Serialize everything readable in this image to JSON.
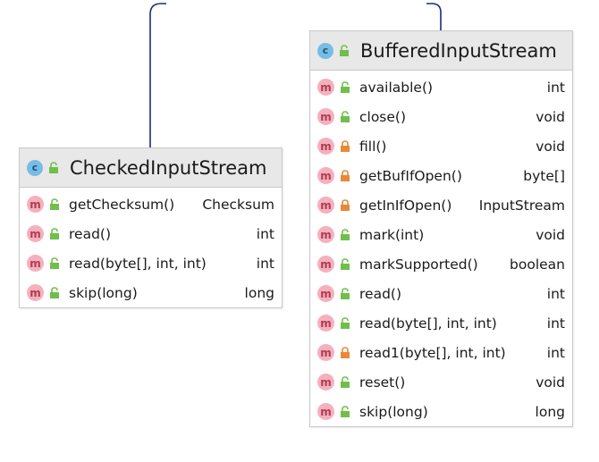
{
  "colors": {
    "edge": "#1f2a7a",
    "class_icon": "#76bde6",
    "method_icon": "#f4b1bd",
    "public_lock": "#6fbf4a",
    "private_lock": "#e8893a",
    "header_bg": "#e8e8e8"
  },
  "icons": {
    "class": "c",
    "method": "m"
  },
  "classes": [
    {
      "name": "CheckedInputStream",
      "visibility": "public",
      "members": [
        {
          "name": "getChecksum()",
          "type": "Checksum",
          "visibility": "public"
        },
        {
          "name": "read()",
          "type": "int",
          "visibility": "public"
        },
        {
          "name": "read(byte[], int, int)",
          "type": "int",
          "visibility": "public"
        },
        {
          "name": "skip(long)",
          "type": "long",
          "visibility": "public"
        }
      ]
    },
    {
      "name": "BufferedInputStream",
      "visibility": "public",
      "members": [
        {
          "name": "available()",
          "type": "int",
          "visibility": "public"
        },
        {
          "name": "close()",
          "type": "void",
          "visibility": "public"
        },
        {
          "name": "fill()",
          "type": "void",
          "visibility": "private"
        },
        {
          "name": "getBufIfOpen()",
          "type": "byte[]",
          "visibility": "private"
        },
        {
          "name": "getInIfOpen()",
          "type": "InputStream",
          "visibility": "private"
        },
        {
          "name": "mark(int)",
          "type": "void",
          "visibility": "public"
        },
        {
          "name": "markSupported()",
          "type": "boolean",
          "visibility": "public"
        },
        {
          "name": "read()",
          "type": "int",
          "visibility": "public"
        },
        {
          "name": "read(byte[], int, int)",
          "type": "int",
          "visibility": "public"
        },
        {
          "name": "read1(byte[], int, int)",
          "type": "int",
          "visibility": "private"
        },
        {
          "name": "reset()",
          "type": "void",
          "visibility": "public"
        },
        {
          "name": "skip(long)",
          "type": "long",
          "visibility": "public"
        }
      ]
    }
  ]
}
